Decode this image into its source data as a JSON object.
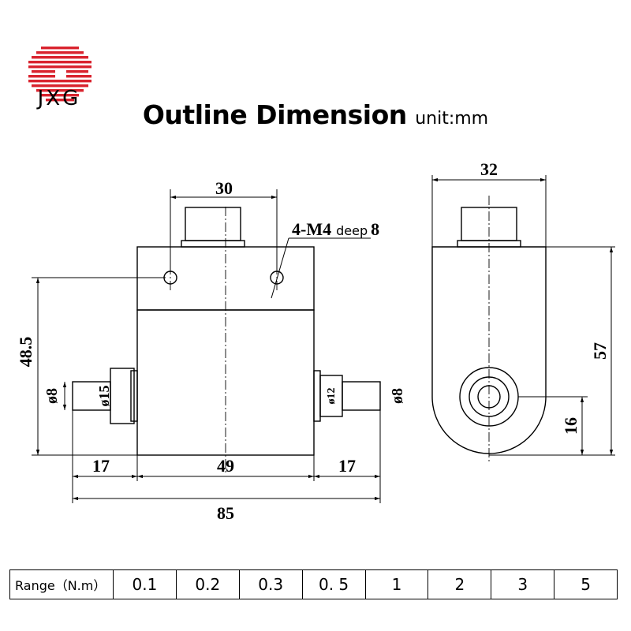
{
  "brand": {
    "name": "JXG",
    "logo_color": "#d9232e"
  },
  "title": "Outline Dimension",
  "unit": "unit:mm",
  "front_view": {
    "hole_spacing": "30",
    "hole_callout_main": "4-M4",
    "hole_callout_sub": "deep",
    "hole_callout_depth": "8",
    "shaft_axis_height": "48.5",
    "shaft_dia_left": "ø8",
    "collar_dia_left": "ø15",
    "collar_dia_right": "ø12",
    "shaft_dia_right": "ø8",
    "shaft_length_left": "17",
    "body_length": "49",
    "shaft_length_right": "17",
    "overall_length": "85"
  },
  "side_view": {
    "width": "32",
    "height": "57",
    "axis_height": "16"
  },
  "range_table": {
    "header": "Range（N.m）",
    "values": [
      "0.1",
      "0.2",
      "0.3",
      "0. 5",
      "1",
      "2",
      "3",
      "5"
    ]
  }
}
